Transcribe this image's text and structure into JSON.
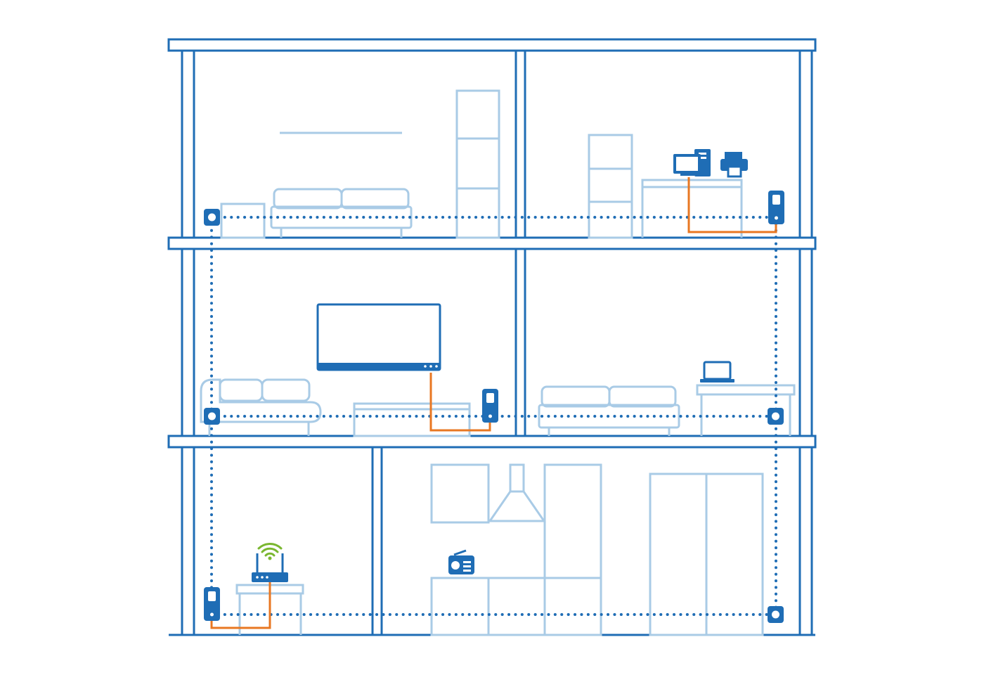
{
  "colors": {
    "structure": "#1f6db5",
    "furniture": "#a9cbe6",
    "device": "#1f6db5",
    "cable": "#e87722",
    "wifi": "#7ab730",
    "background": "#ffffff"
  },
  "floors": [
    {
      "name": "top-floor",
      "rooms": [
        "living-room",
        "office"
      ]
    },
    {
      "name": "middle-floor",
      "rooms": [
        "tv-room",
        "lounge"
      ]
    },
    {
      "name": "ground-floor",
      "rooms": [
        "router-room",
        "kitchen"
      ]
    }
  ],
  "devices": [
    {
      "type": "powerline-adapter",
      "floor": "top-floor",
      "room": "living-room",
      "variant": "socket"
    },
    {
      "type": "powerline-adapter",
      "floor": "top-floor",
      "room": "office",
      "variant": "plug"
    },
    {
      "type": "computer",
      "floor": "top-floor",
      "room": "office"
    },
    {
      "type": "printer",
      "floor": "top-floor",
      "room": "office"
    },
    {
      "type": "television",
      "floor": "middle-floor",
      "room": "tv-room"
    },
    {
      "type": "powerline-adapter",
      "floor": "middle-floor",
      "room": "tv-room",
      "variant": "plug"
    },
    {
      "type": "laptop",
      "floor": "middle-floor",
      "room": "lounge"
    },
    {
      "type": "router",
      "floor": "ground-floor",
      "room": "router-room",
      "wifi": true
    },
    {
      "type": "powerline-adapter",
      "floor": "ground-floor",
      "room": "router-room",
      "variant": "plug"
    },
    {
      "type": "radio",
      "floor": "ground-floor",
      "room": "kitchen"
    }
  ]
}
